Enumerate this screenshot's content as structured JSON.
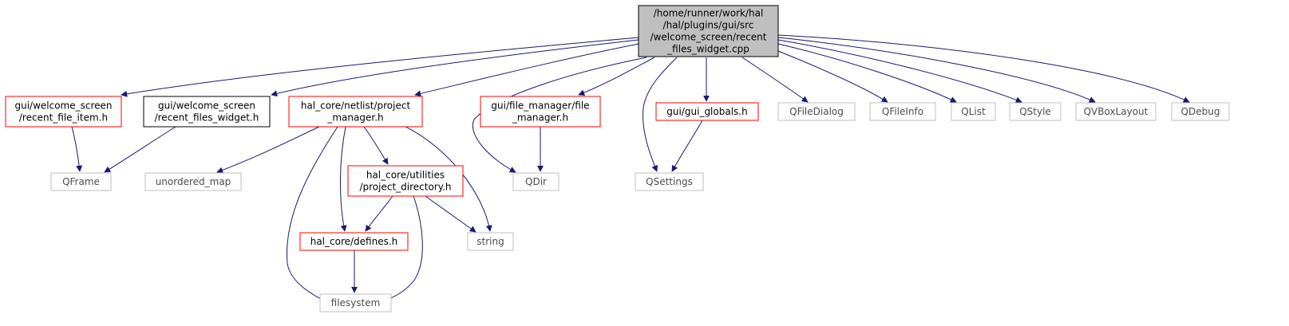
{
  "diagram": {
    "type": "include-dependency-graph",
    "colors": {
      "edge": "#191970",
      "root_fill": "#bfbfbf",
      "root_border": "#000000",
      "documented_border": "#ff0000",
      "documented_current_border": "#000000",
      "external_border": "#bfbfbf",
      "text": "#000000",
      "external_text": "#4d4d4d"
    },
    "nodes": [
      {
        "id": "root",
        "kind": "root",
        "lines": [
          "/home/runner/work/hal",
          "/hal/plugins/gui/src",
          "/welcome_screen/recent",
          "_files_widget.cpp"
        ]
      },
      {
        "id": "recent_file_item",
        "kind": "documented",
        "lines": [
          "gui/welcome_screen",
          "/recent_file_item.h"
        ]
      },
      {
        "id": "recent_files_widget_h",
        "kind": "documented_current",
        "lines": [
          "gui/welcome_screen",
          "/recent_files_widget.h"
        ]
      },
      {
        "id": "project_manager",
        "kind": "documented",
        "lines": [
          "hal_core/netlist/project",
          "_manager.h"
        ]
      },
      {
        "id": "file_manager",
        "kind": "documented",
        "lines": [
          "gui/file_manager/file",
          "_manager.h"
        ]
      },
      {
        "id": "gui_globals",
        "kind": "documented",
        "lines": [
          "gui/gui_globals.h"
        ]
      },
      {
        "id": "qfiledialog",
        "kind": "external",
        "lines": [
          "QFileDialog"
        ]
      },
      {
        "id": "qfileinfo",
        "kind": "external",
        "lines": [
          "QFileInfo"
        ]
      },
      {
        "id": "qlist",
        "kind": "external",
        "lines": [
          "QList"
        ]
      },
      {
        "id": "qstyle",
        "kind": "external",
        "lines": [
          "QStyle"
        ]
      },
      {
        "id": "qvboxlayout",
        "kind": "external",
        "lines": [
          "QVBoxLayout"
        ]
      },
      {
        "id": "qdebug",
        "kind": "external",
        "lines": [
          "QDebug"
        ]
      },
      {
        "id": "qframe",
        "kind": "external",
        "lines": [
          "QFrame"
        ]
      },
      {
        "id": "unordered_map",
        "kind": "external",
        "lines": [
          "unordered_map"
        ]
      },
      {
        "id": "project_directory",
        "kind": "documented",
        "lines": [
          "hal_core/utilities",
          "/project_directory.h"
        ]
      },
      {
        "id": "qdir",
        "kind": "external",
        "lines": [
          "QDir"
        ]
      },
      {
        "id": "qsettings",
        "kind": "external",
        "lines": [
          "QSettings"
        ]
      },
      {
        "id": "defines",
        "kind": "documented",
        "lines": [
          "hal_core/defines.h"
        ]
      },
      {
        "id": "string",
        "kind": "external",
        "lines": [
          "string"
        ]
      },
      {
        "id": "filesystem",
        "kind": "external",
        "lines": [
          "filesystem"
        ]
      }
    ],
    "edges": [
      {
        "from": "root",
        "to": "recent_file_item"
      },
      {
        "from": "root",
        "to": "recent_files_widget_h"
      },
      {
        "from": "root",
        "to": "project_manager"
      },
      {
        "from": "root",
        "to": "qdir"
      },
      {
        "from": "root",
        "to": "file_manager"
      },
      {
        "from": "root",
        "to": "qsettings"
      },
      {
        "from": "root",
        "to": "gui_globals"
      },
      {
        "from": "root",
        "to": "qfiledialog"
      },
      {
        "from": "root",
        "to": "qfileinfo"
      },
      {
        "from": "root",
        "to": "qlist"
      },
      {
        "from": "root",
        "to": "qstyle"
      },
      {
        "from": "root",
        "to": "qvboxlayout"
      },
      {
        "from": "root",
        "to": "qdebug"
      },
      {
        "from": "recent_file_item",
        "to": "qframe"
      },
      {
        "from": "recent_files_widget_h",
        "to": "qframe"
      },
      {
        "from": "project_manager",
        "to": "unordered_map"
      },
      {
        "from": "project_manager",
        "to": "filesystem"
      },
      {
        "from": "project_manager",
        "to": "defines"
      },
      {
        "from": "project_manager",
        "to": "project_directory"
      },
      {
        "from": "project_manager",
        "to": "string"
      },
      {
        "from": "project_directory",
        "to": "defines"
      },
      {
        "from": "project_directory",
        "to": "string"
      },
      {
        "from": "project_directory",
        "to": "filesystem"
      },
      {
        "from": "defines",
        "to": "filesystem"
      },
      {
        "from": "file_manager",
        "to": "qdir"
      },
      {
        "from": "gui_globals",
        "to": "qsettings"
      }
    ]
  }
}
